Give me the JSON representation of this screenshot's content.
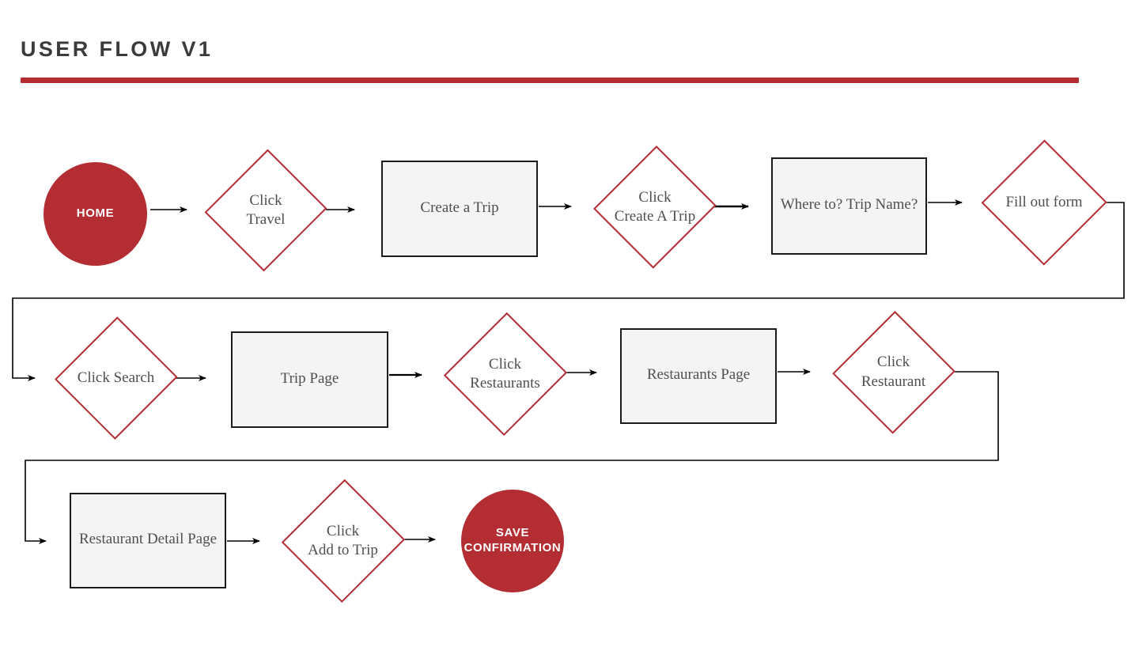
{
  "header": {
    "title": "USER FLOW V1",
    "rule_color": "#b32d33",
    "title_color": "#3b3b3d"
  },
  "theme": {
    "accent_red": "#b32d33",
    "process_fill": "#f4f4f4",
    "process_stroke": "#1b1b1b",
    "text_gray": "#4f4f52",
    "connector_color": "#000000",
    "background": "#ffffff"
  },
  "flow": {
    "rows": [
      {
        "row": 1,
        "nodes": [
          {
            "id": "home",
            "type": "terminator",
            "label": "HOME"
          },
          {
            "id": "click-travel",
            "type": "decision",
            "label": "Click\nTravel"
          },
          {
            "id": "create-a-trip",
            "type": "process",
            "label": "Create a Trip"
          },
          {
            "id": "click-create-a-trip",
            "type": "decision",
            "label": "Click\nCreate A Trip"
          },
          {
            "id": "where-to-trip-name",
            "type": "process",
            "label": "Where to? Trip Name?"
          },
          {
            "id": "fill-out-form",
            "type": "decision",
            "label": "Fill out form"
          }
        ]
      },
      {
        "row": 2,
        "nodes": [
          {
            "id": "click-search",
            "type": "decision",
            "label": "Click Search"
          },
          {
            "id": "trip-page",
            "type": "process",
            "label": "Trip Page"
          },
          {
            "id": "click-restaurants",
            "type": "decision",
            "label": "Click\nRestaurants"
          },
          {
            "id": "restaurants-page",
            "type": "process",
            "label": "Restaurants Page"
          },
          {
            "id": "click-restaurant",
            "type": "decision",
            "label": "Click\nRestaurant"
          }
        ]
      },
      {
        "row": 3,
        "nodes": [
          {
            "id": "restaurant-detail-page",
            "type": "process",
            "label": "Restaurant Detail Page"
          },
          {
            "id": "click-add-to-trip",
            "type": "decision",
            "label": "Click\nAdd to Trip"
          },
          {
            "id": "save-confirmation",
            "type": "terminator",
            "label": "SAVE\nCONFIRMATION"
          }
        ]
      }
    ],
    "node_labels": {
      "home": "HOME",
      "click_travel": "Click\nTravel",
      "create_a_trip": "Create a Trip",
      "click_create_a_trip": "Click\nCreate A Trip",
      "where_to_trip_name": "Where to? Trip Name?",
      "fill_out_form": "Fill out form",
      "click_search": "Click Search",
      "trip_page": "Trip Page",
      "click_restaurants": "Click\nRestaurants",
      "restaurants_page": "Restaurants Page",
      "click_restaurant": "Click\nRestaurant",
      "restaurant_detail_page": "Restaurant Detail Page",
      "click_add_to_trip": "Click\nAdd to Trip",
      "save_confirmation": "SAVE\nCONFIRMATION"
    }
  }
}
